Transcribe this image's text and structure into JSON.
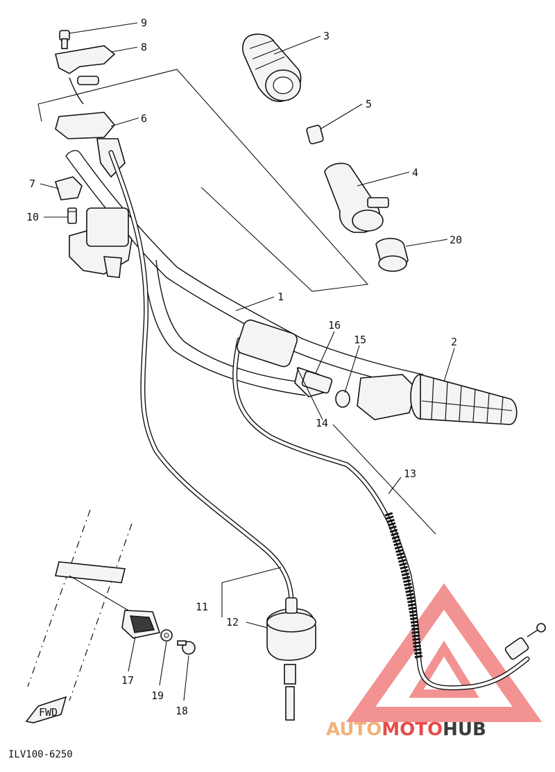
{
  "callouts": {
    "c1": "1",
    "c2": "2",
    "c3": "3",
    "c4": "4",
    "c5": "5",
    "c6": "6",
    "c7": "7",
    "c8": "8",
    "c9": "9",
    "c10": "10",
    "c11": "11",
    "c12": "12",
    "c13": "13",
    "c14": "14",
    "c15": "15",
    "c16": "16",
    "c17": "17",
    "c18": "18",
    "c19": "19",
    "c20": "20"
  },
  "fwd_label": "FWD",
  "drawing_code": "ILV100-6250",
  "watermark": {
    "part1": "AUTO",
    "part2": "MOTO",
    "part3": "HUB"
  },
  "colors": {
    "ink": "#111111",
    "watermark_red": "#e94a4a",
    "watermark_orange": "#f2b27a",
    "watermark_dark": "#3b3b3b"
  }
}
